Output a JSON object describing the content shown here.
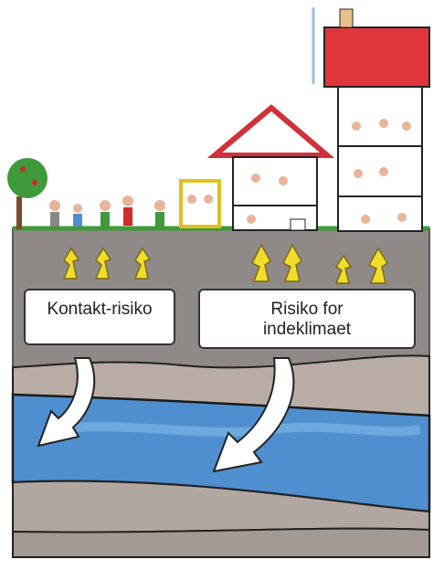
{
  "labels": {
    "contact_risk": "Kontakt-risiko",
    "indoor_risk_line1": "Risiko for",
    "indoor_risk_line2": "indeklimaet"
  },
  "colors": {
    "soil": "#8f8a87",
    "groundwater": "#4f8fd0",
    "roof": "#e0353b",
    "grass": "#3f9a3a",
    "vapor_arrow": "#f2dc2b"
  }
}
